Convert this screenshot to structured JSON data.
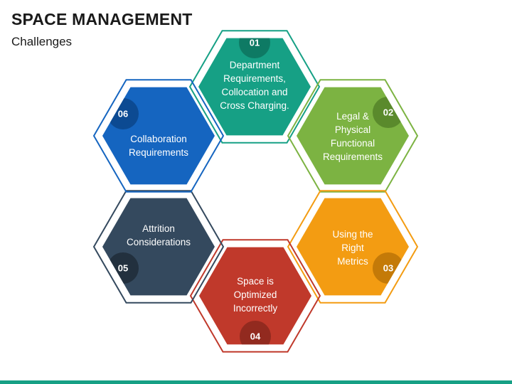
{
  "title": "SPACE MANAGEMENT",
  "subtitle": "Challenges",
  "hexagons": [
    {
      "number": "01",
      "lines": [
        "Department",
        "Requirements,",
        "Collocation and",
        "Cross Charging."
      ],
      "color": "#16a085",
      "badge_color": "#0e7a64"
    },
    {
      "number": "02",
      "lines": [
        "Legal &",
        "Physical",
        "Functional",
        "Requirements"
      ],
      "color": "#7cb342",
      "badge_color": "#5a8a2c"
    },
    {
      "number": "03",
      "lines": [
        "Using the",
        "Right",
        "Metrics"
      ],
      "color": "#f39c12",
      "badge_color": "#c47a08"
    },
    {
      "number": "04",
      "lines": [
        "Space is",
        "Optimized",
        "Incorrectly"
      ],
      "color": "#c0392b",
      "badge_color": "#922a1f"
    },
    {
      "number": "05",
      "lines": [
        "Attrition",
        "Considerations"
      ],
      "color": "#34495e",
      "badge_color": "#22303e"
    },
    {
      "number": "06",
      "lines": [
        "Collaboration",
        "Requirements"
      ],
      "color": "#1565c0",
      "badge_color": "#0c4a92"
    }
  ]
}
